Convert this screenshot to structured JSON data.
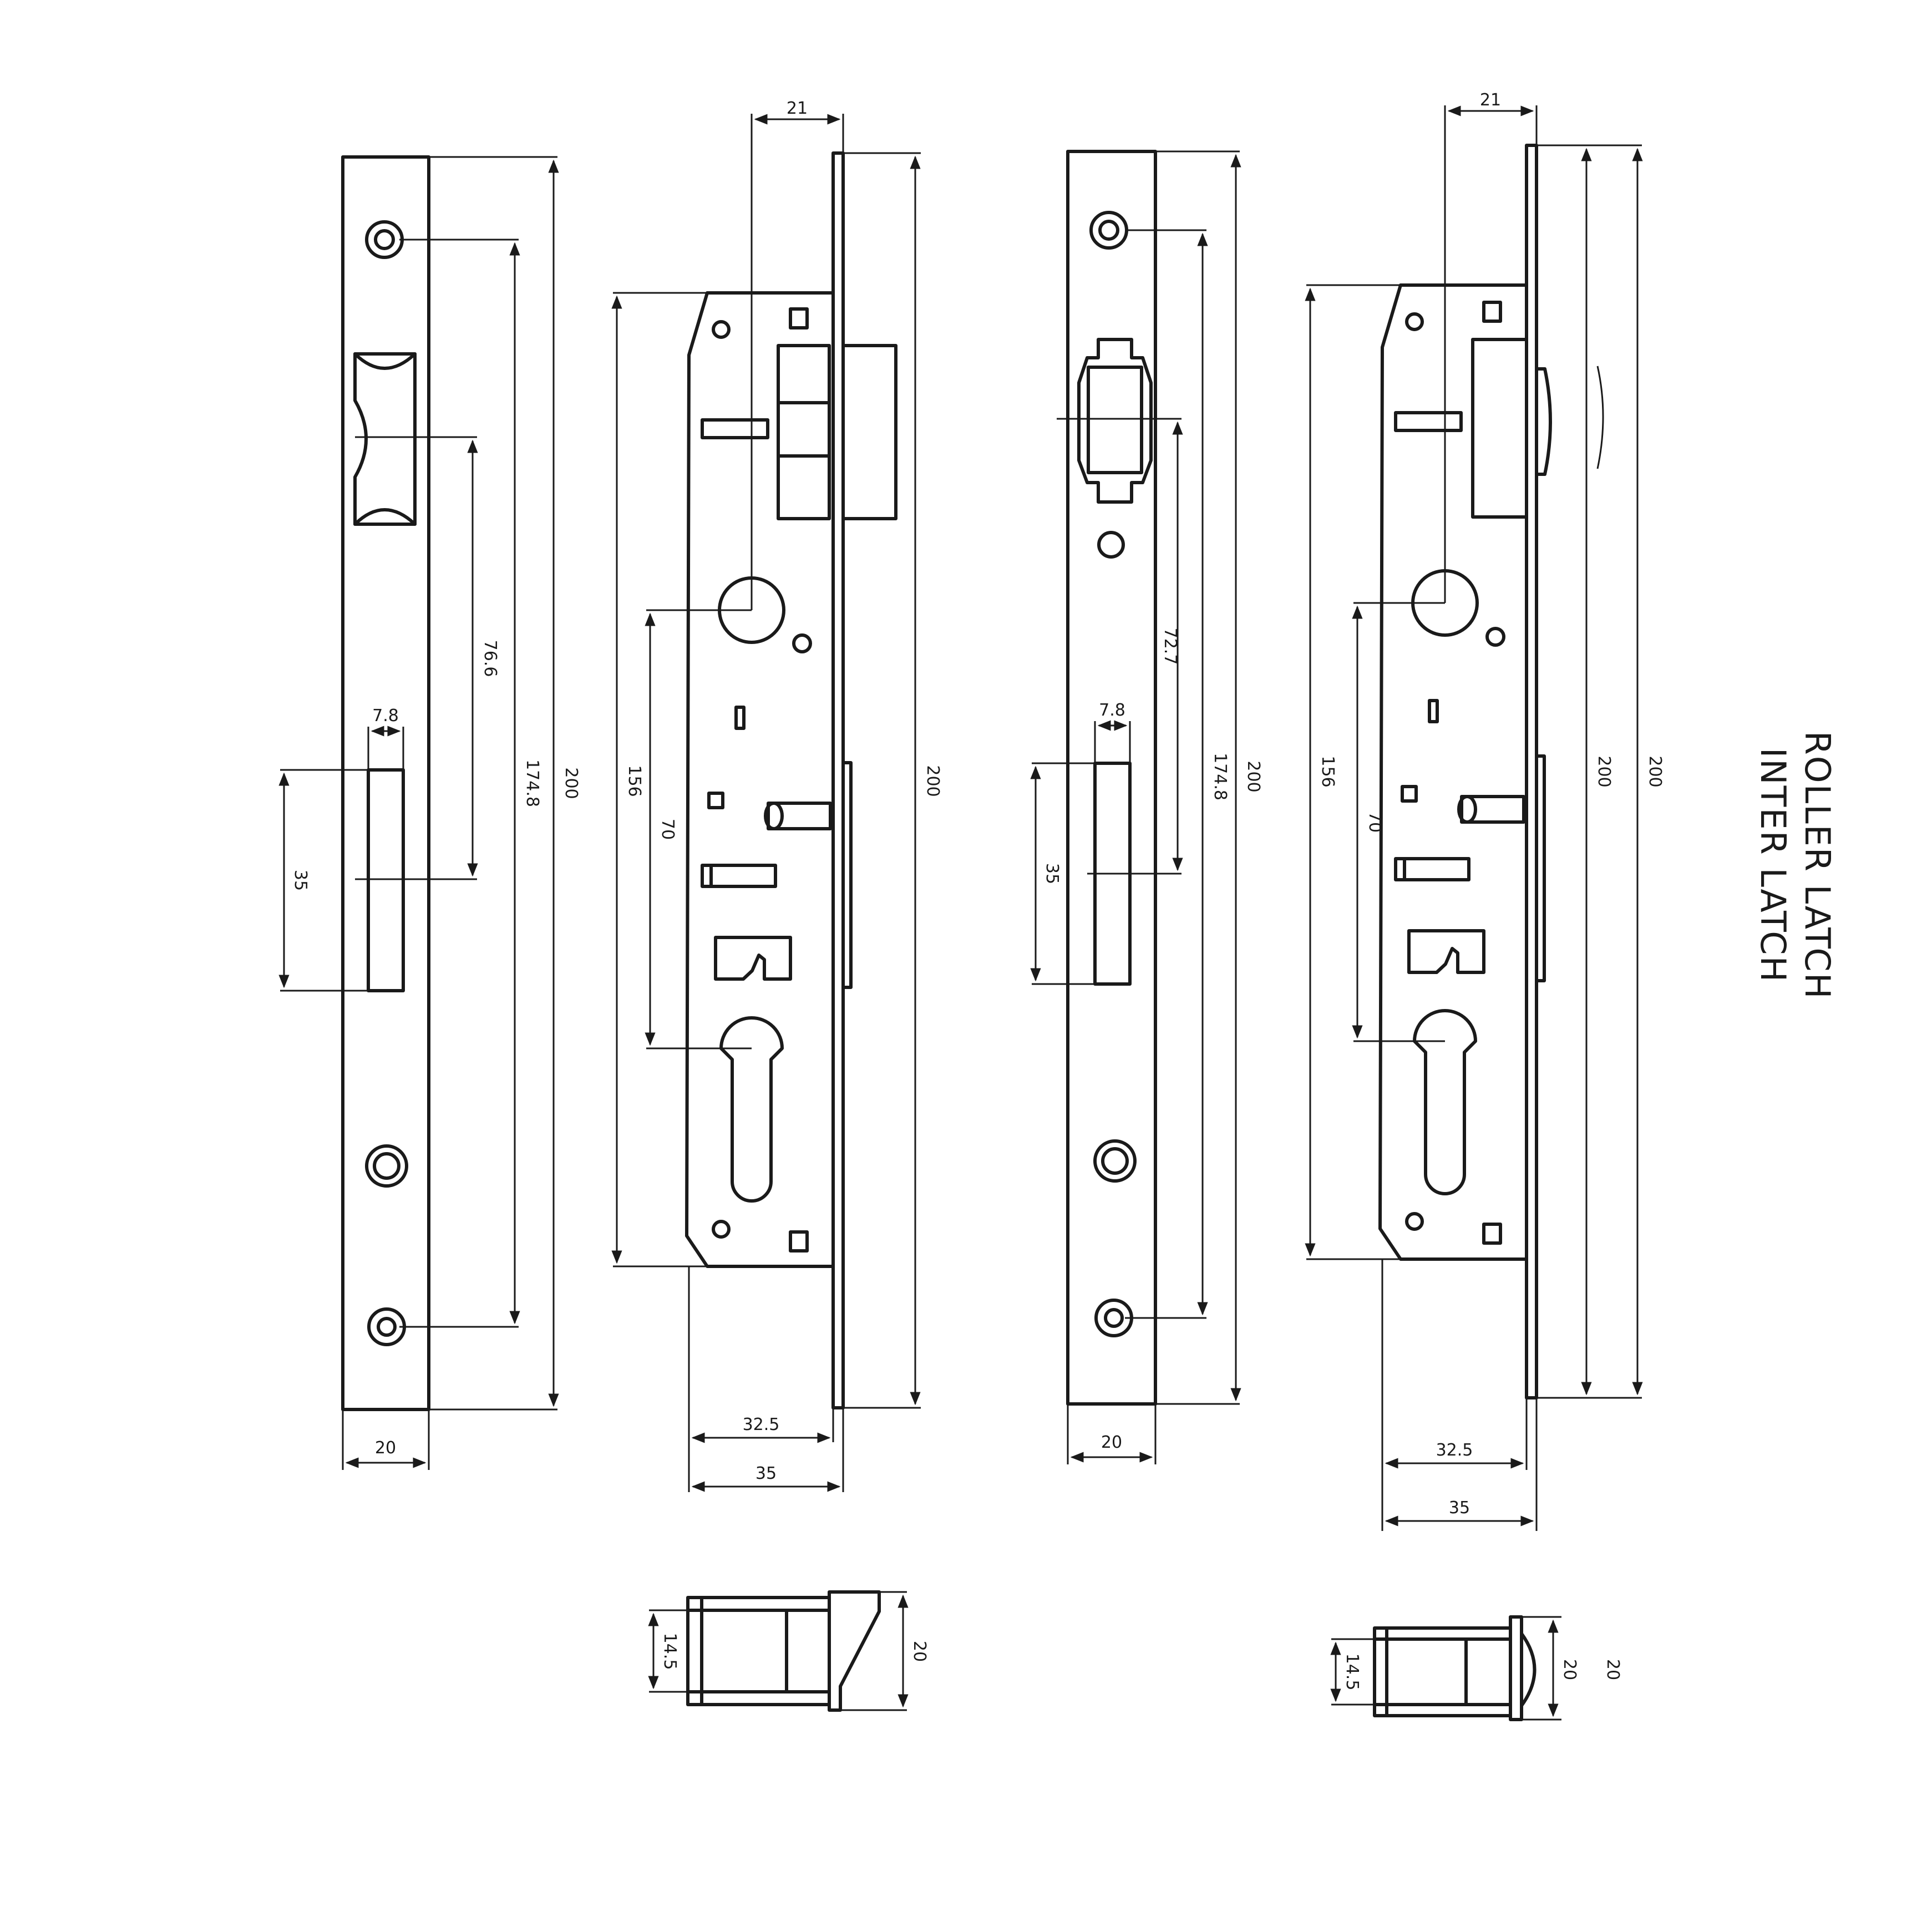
{
  "titles": {
    "line1": "ROLLER LATCH",
    "line2": "INTER LATCH"
  },
  "view1": {
    "height": "200",
    "holes": "174.8",
    "roller": "76.6",
    "width": "20",
    "bolt_w": "7.8",
    "bolt_h": "35"
  },
  "view2": {
    "backset": "21",
    "height": "200",
    "case": "156",
    "spacing": "70",
    "case_depth": "32.5",
    "total_depth": "35",
    "bolt_h": "14.5",
    "face": "20"
  },
  "view3": {
    "height": "200",
    "holes": "174.8",
    "latch": "72.7",
    "width": "20",
    "bolt_w": "7.8",
    "bolt_h": "35"
  },
  "view4": {
    "backset": "21",
    "height_a": "200",
    "height_b": "200",
    "case": "156",
    "spacing": "70",
    "case_depth": "32.5",
    "total_depth": "35",
    "bolt_h": "14.5",
    "face_a": "20",
    "face_b": "20"
  }
}
